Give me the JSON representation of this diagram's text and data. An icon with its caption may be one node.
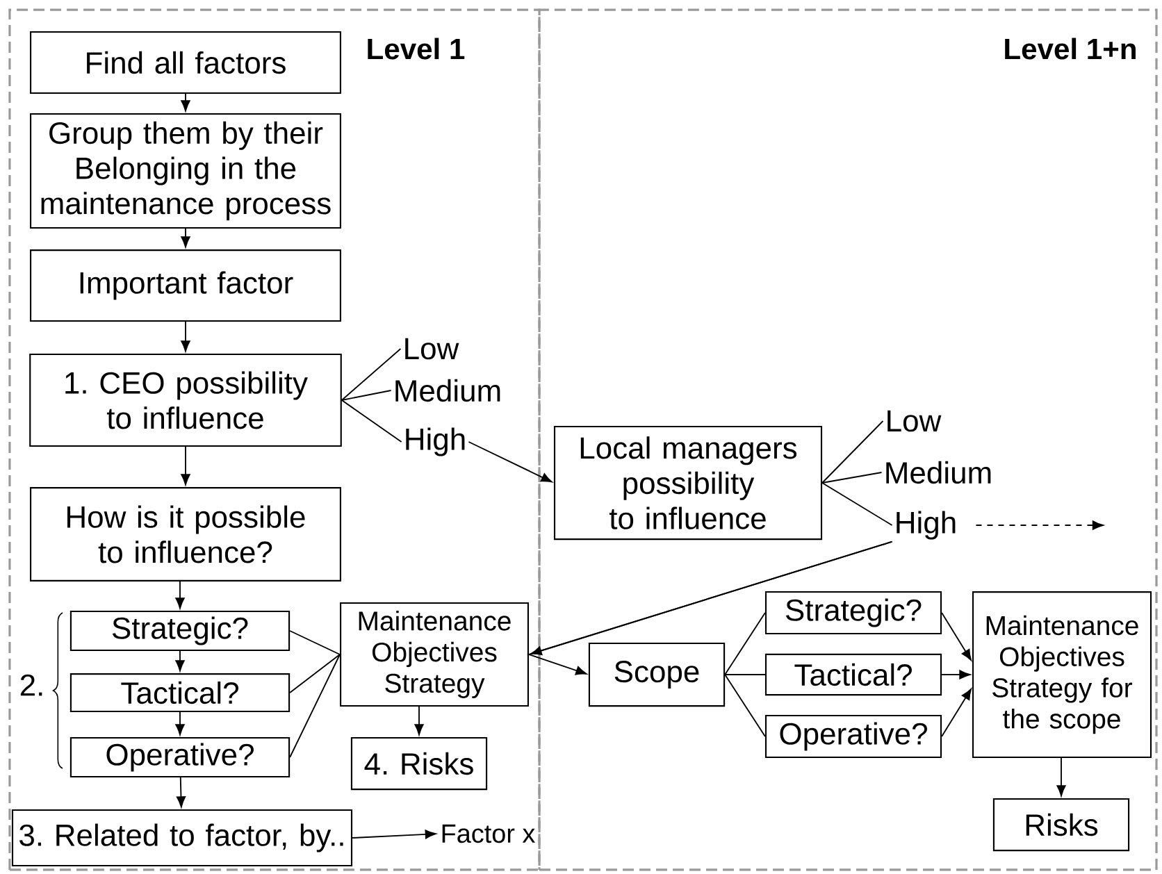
{
  "diagram": {
    "nodes": [
      {
        "text": [
          "Level 1"
        ]
      },
      {
        "text": [
          "Level 1+n"
        ]
      },
      {
        "text": [
          "Find all factors"
        ],
        "in": 0
      },
      {
        "text": [
          "Group them by their Belonging in the maintenance process"
        ],
        "in": 0
      },
      {
        "text": [
          "Important factor"
        ],
        "in": 0
      },
      {
        "text": [
          "1. CEO possibility to influence"
        ],
        "in": 0
      },
      {
        "text": [
          "Low"
        ],
        "in": 0
      },
      {
        "text": [
          "Medium"
        ],
        "in": 0
      },
      {
        "text": [
          "High"
        ],
        "in": 0
      },
      {
        "text": [
          "How is it possible to influence?"
        ],
        "in": 0
      },
      {
        "text": [
          "Strategic?"
        ],
        "in": 0
      },
      {
        "text": [
          "Tactical?"
        ],
        "in": 0
      },
      {
        "text": [
          "Operative?"
        ],
        "in": 0
      },
      {
        "text": [
          "Maintenance Objectives Strategy"
        ],
        "in": 0
      },
      {
        "text": [
          "4. Risks"
        ],
        "in": 0
      },
      {
        "text": [
          "3. Related to factor, by.."
        ],
        "in": 0
      },
      {
        "text": [
          "Factor x"
        ],
        "in": 0
      },
      {
        "text": [
          "Local managers possibility to influence"
        ],
        "in": 1
      },
      {
        "text": [
          "Low"
        ],
        "in": 1
      },
      {
        "text": [
          "Medium"
        ],
        "in": 1
      },
      {
        "text": [
          "High"
        ],
        "in": 1
      },
      {
        "text": [
          "Scope"
        ],
        "in": 1
      },
      {
        "text": [
          "Strategic?"
        ],
        "in": 1
      },
      {
        "text": [
          "Tactical?"
        ],
        "in": 1
      },
      {
        "text": [
          "Operative?"
        ],
        "in": 1
      },
      {
        "text": [
          "Maintenance Objectives Strategy for the scope"
        ],
        "in": 1
      },
      {
        "text": [
          "Risks"
        ],
        "in": 1
      }
    ],
    "edges": [
      {
        "from": 2,
        "to": 3,
        "arrow": "to"
      },
      {
        "from": 3,
        "to": 4,
        "arrow": "to"
      },
      {
        "from": 4,
        "to": 5,
        "arrow": "to"
      },
      {
        "from": 5,
        "to": 6,
        "arrow": "none"
      },
      {
        "from": 5,
        "to": 7,
        "arrow": "none"
      },
      {
        "from": 5,
        "to": 8,
        "arrow": "none"
      },
      {
        "from": 8,
        "to": 17,
        "arrow": "to"
      },
      {
        "from": 5,
        "to": 9,
        "arrow": "to"
      },
      {
        "from": 9,
        "to": 10,
        "arrow": "to"
      },
      {
        "from": 10,
        "to": 11,
        "arrow": "to"
      },
      {
        "from": 11,
        "to": 12,
        "arrow": "to"
      },
      {
        "from": 12,
        "to": 15,
        "arrow": "to"
      },
      {
        "from": 10,
        "to": 13,
        "arrow": "none"
      },
      {
        "from": 11,
        "to": 13,
        "arrow": "none"
      },
      {
        "from": 12,
        "to": 13,
        "arrow": "none"
      },
      {
        "from": 13,
        "to": 14,
        "arrow": "to"
      },
      {
        "from": 15,
        "to": 16,
        "arrow": "to"
      },
      {
        "from": 17,
        "to": 18,
        "arrow": "none"
      },
      {
        "from": 17,
        "to": 19,
        "arrow": "none"
      },
      {
        "from": 17,
        "to": 20,
        "arrow": "none"
      },
      {
        "from": 20,
        "to": 13,
        "arrow": "to"
      },
      {
        "from": 20,
        "to": 21,
        "arrow": "to"
      },
      {
        "from": 20,
        "to": null,
        "arrow": "to",
        "style": "dashed"
      },
      {
        "from": 21,
        "to": 22,
        "arrow": "none"
      },
      {
        "from": 21,
        "to": 23,
        "arrow": "none"
      },
      {
        "from": 21,
        "to": 24,
        "arrow": "none"
      },
      {
        "from": 22,
        "to": 25,
        "arrow": "to"
      },
      {
        "from": 23,
        "to": 25,
        "arrow": "to"
      },
      {
        "from": 24,
        "to": 25,
        "arrow": "to"
      },
      {
        "from": 25,
        "to": 26,
        "arrow": "to"
      }
    ],
    "labels": [
      "2."
    ]
  }
}
